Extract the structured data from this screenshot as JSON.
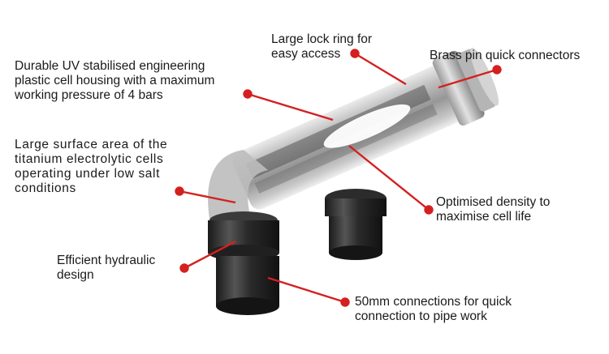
{
  "diagram": {
    "accent_color": "#d42020",
    "callouts": {
      "lock_ring": "Large lock ring for\neasy access",
      "brass_pin": "Brass pin quick connectors",
      "housing": "Durable UV stabilised engineering\nplastic cell housing with a maximum\nworking pressure of 4 bars",
      "surface_area": "Large surface area of the\ntitanium electrolytic cells\noperating under low salt\nconditions",
      "density": "Optimised density to\nmaximise cell life",
      "hydraulic": "Efficient hydraulic\ndesign",
      "connections": "50mm connections for quick\nconnection to pipe work"
    }
  }
}
